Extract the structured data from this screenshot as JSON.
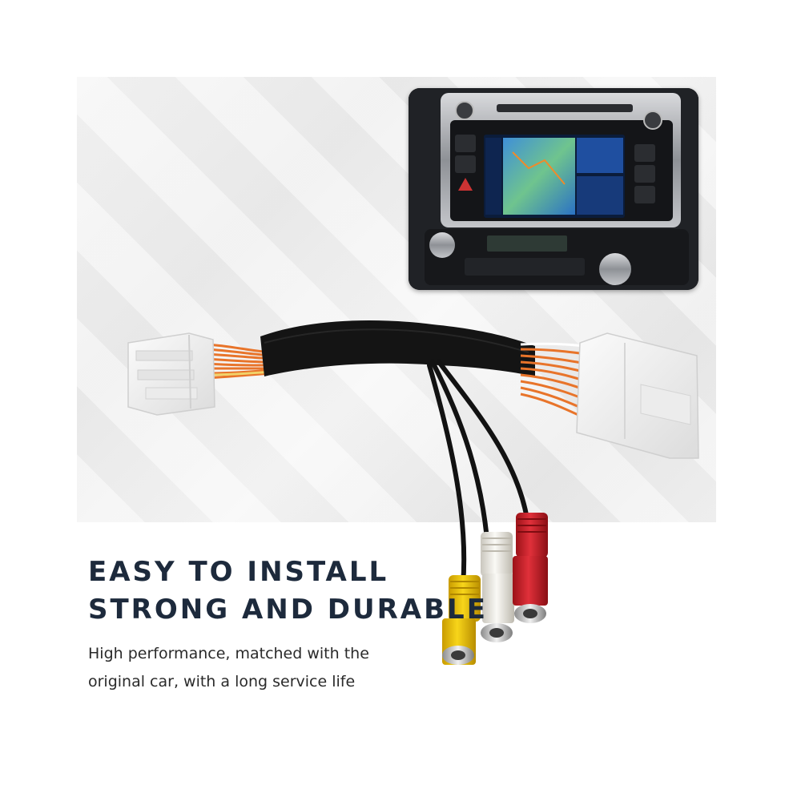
{
  "headline": {
    "line1": "EASY TO INSTALL",
    "line2": "STRONG AND DURABLE"
  },
  "description": {
    "line1": "High performance, matched with the",
    "line2": "original car, with a long service life"
  },
  "colors": {
    "headline": "#1d2a3c",
    "wire_orange": "#e8742a",
    "sleeve": "#141414",
    "connector": "#f2f2f2",
    "rca_yellow": "#f2c500",
    "rca_white": "#f1efe9",
    "rca_red": "#d0232b"
  }
}
